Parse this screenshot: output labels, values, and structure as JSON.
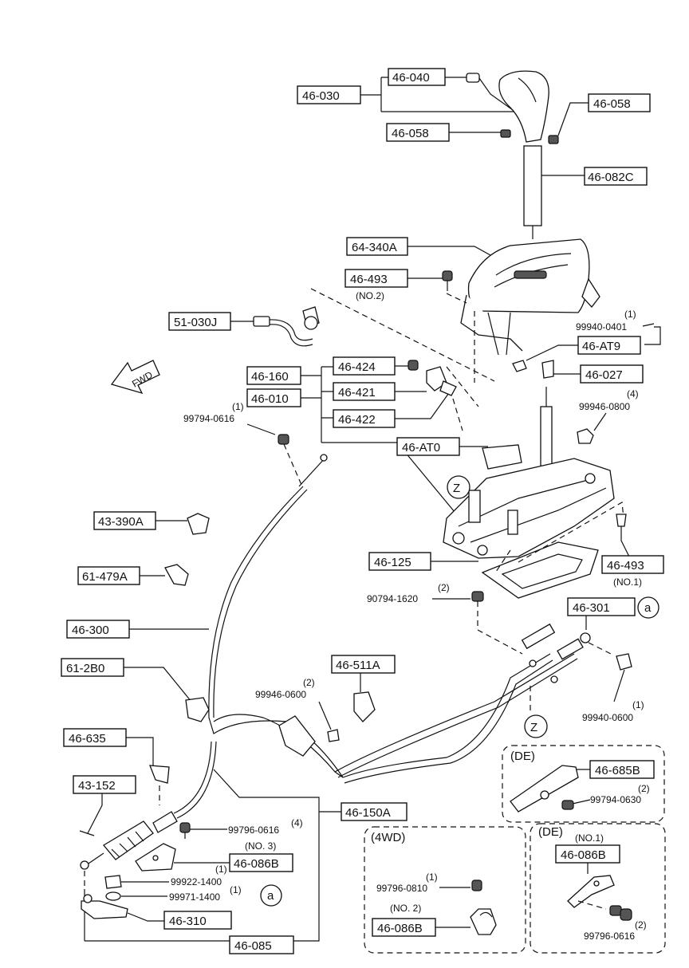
{
  "callouts": {
    "p46_030": "46-030",
    "p46_040": "46-040",
    "p46_058_a": "46-058",
    "p46_058_b": "46-058",
    "p46_082c": "46-082C",
    "p64_340a": "64-340A",
    "p46_493_top": "46-493",
    "p46_493_top_note": "(NO.2)",
    "p51_030j": "51-030J",
    "q99940_0401": "(1)",
    "p99940_0401": "99940-0401",
    "p46_at9": "46-AT9",
    "p46_160": "46-160",
    "p46_010": "46-010",
    "p46_424": "46-424",
    "p46_421": "46-421",
    "p46_422": "46-422",
    "p46_027": "46-027",
    "q99946_0800": "(4)",
    "p99946_0800": "99946-0800",
    "q99794_0616": "(1)",
    "p99794_0616": "99794-0616",
    "p46_at0": "46-AT0",
    "z_top": "Z",
    "p43_390a": "43-390A",
    "p61_479a": "61-479A",
    "p46_125": "46-125",
    "p46_493_right": "46-493",
    "p46_493_right_note": "(NO.1)",
    "q90794_1620": "(2)",
    "p90794_1620": "90794-1620",
    "p46_300": "46-300",
    "p46_301": "46-301",
    "ref_a_top": "a",
    "p61_2b0": "61-2B0",
    "p46_511a": "46-511A",
    "q99946_0600": "(2)",
    "p99946_0600": "99946-0600",
    "q99940_0600": "(1)",
    "p99940_0600": "99940-0600",
    "z_bottom": "Z",
    "p46_635": "46-635",
    "de_title_1": "(DE)",
    "p46_685b": "46-685B",
    "q99794_0630": "(2)",
    "p99794_0630": "99794-0630",
    "p43_152": "43-152",
    "p46_150a": "46-150A",
    "p99796_0616_a": "99796-0616",
    "q99796_0616_a": "(4)",
    "no3": "(NO. 3)",
    "p46_086b_a": "46-086B",
    "q99922_1400": "(1)",
    "p99922_1400": "99922-1400",
    "p99971_1400": "99971-1400",
    "q99971_1400": "(1)",
    "ref_a_bottom": "a",
    "p46_310": "46-310",
    "p46_085": "46-085",
    "wd_title": "(4WD)",
    "q99796_0810": "(1)",
    "p99796_0810": "99796-0810",
    "no2": "(NO. 2)",
    "p46_086b_b": "46-086B",
    "de_title_2": "(DE)",
    "no1": "(NO.1)",
    "p46_086b_c": "46-086B",
    "q99796_0616_c": "(2)",
    "p99796_0616_c": "99796-0616",
    "fwd": "FWD"
  }
}
